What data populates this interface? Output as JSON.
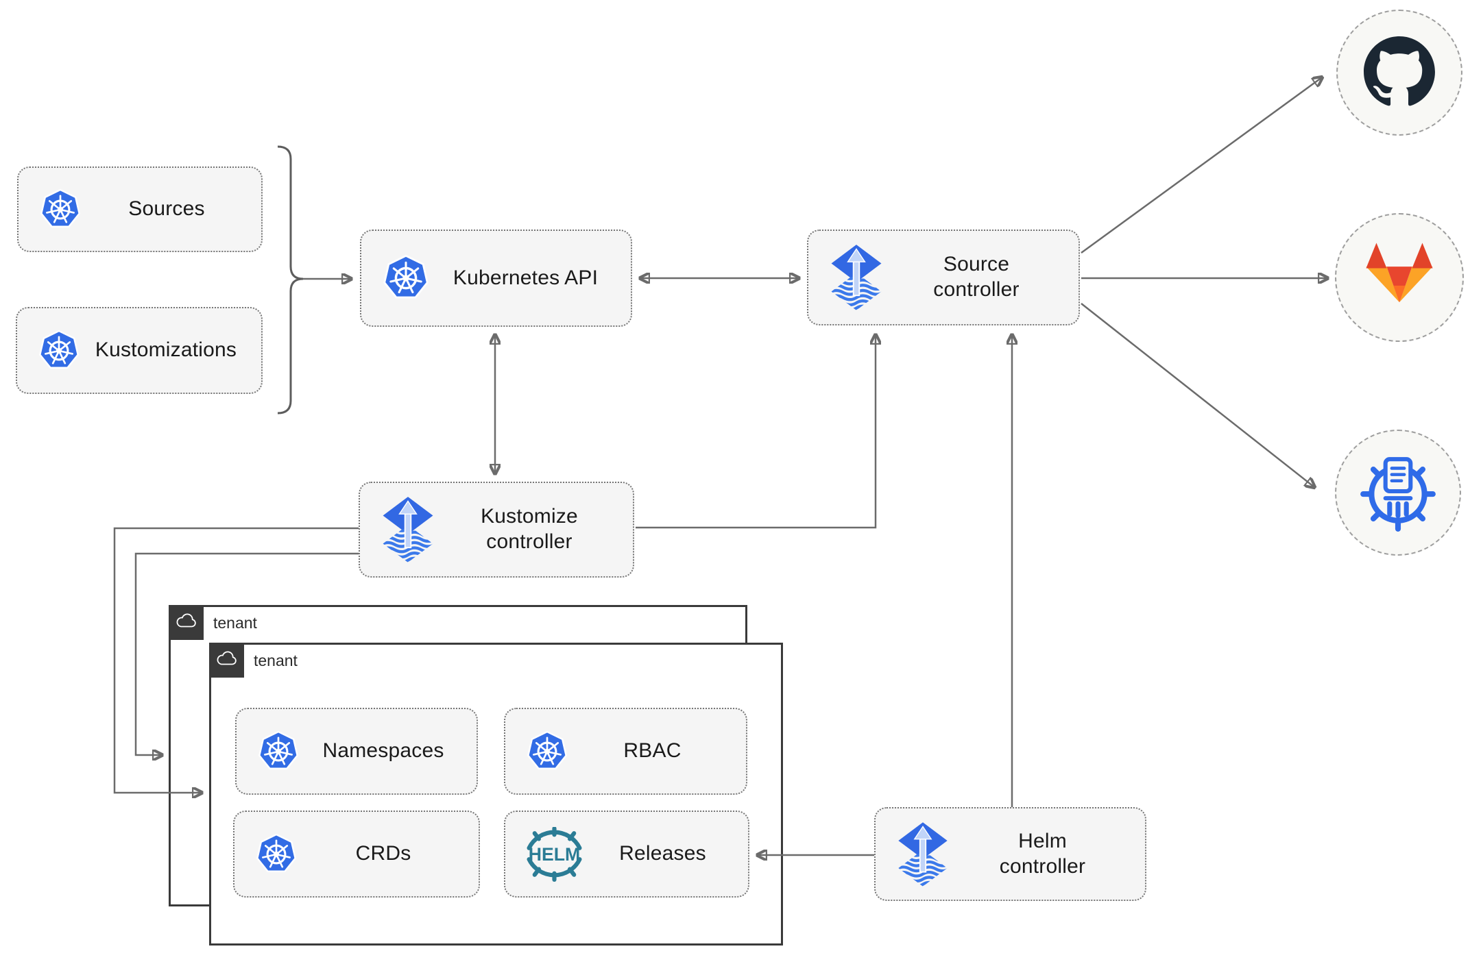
{
  "nodes": {
    "sources": {
      "label": "Sources",
      "icon": "kubernetes-icon"
    },
    "kustomizations": {
      "label": "Kustomizations",
      "icon": "kubernetes-icon"
    },
    "kubernetes_api": {
      "label": "Kubernetes API",
      "icon": "kubernetes-icon"
    },
    "source_controller": {
      "line1": "Source",
      "line2": "controller",
      "icon": "flux-icon"
    },
    "kustomize_controller": {
      "line1": "Kustomize",
      "line2": "controller",
      "icon": "flux-icon"
    },
    "helm_controller": {
      "line1": "Helm",
      "line2": "controller",
      "icon": "flux-icon"
    },
    "namespaces": {
      "label": "Namespaces",
      "icon": "kubernetes-icon"
    },
    "rbac": {
      "label": "RBAC",
      "icon": "kubernetes-icon"
    },
    "crds": {
      "label": "CRDs",
      "icon": "kubernetes-icon"
    },
    "releases": {
      "label": "Releases",
      "icon": "helm-icon"
    }
  },
  "groups": {
    "tenant_back": {
      "label": "tenant",
      "icon": "cloud-icon"
    },
    "tenant_front": {
      "label": "tenant",
      "icon": "cloud-icon"
    }
  },
  "endpoints": {
    "github": {
      "icon": "github-icon"
    },
    "gitlab": {
      "icon": "gitlab-icon"
    },
    "chartmuseum": {
      "icon": "helm-repository-icon"
    }
  },
  "edges": [
    {
      "from": "sources/kustomizations",
      "to": "kubernetes-api",
      "style": "brace-arrow"
    },
    {
      "from": "kubernetes-api",
      "to": "source-controller",
      "style": "double-arrow"
    },
    {
      "from": "kubernetes-api",
      "to": "kustomize-controller",
      "style": "double-arrow"
    },
    {
      "from": "kustomize-controller",
      "to": "source-controller",
      "style": "arrow"
    },
    {
      "from": "helm-controller",
      "to": "source-controller",
      "style": "arrow"
    },
    {
      "from": "source-controller",
      "to": "github",
      "style": "arrow"
    },
    {
      "from": "source-controller",
      "to": "gitlab",
      "style": "arrow"
    },
    {
      "from": "source-controller",
      "to": "chartmuseum",
      "style": "arrow"
    },
    {
      "from": "kustomize-controller",
      "to": "tenant-front",
      "style": "arrow"
    },
    {
      "from": "kustomize-controller",
      "to": "tenant-back",
      "style": "arrow"
    },
    {
      "from": "helm-controller",
      "to": "releases",
      "style": "arrow"
    }
  ],
  "colors": {
    "kubernetes_blue": "#326ce5",
    "flux_blue": "#3268e3",
    "flux_arrow_light": "#c1d4f8",
    "helm_teal": "#2b7c95",
    "github_dark": "#1b2733",
    "gitlab_red": "#e24329",
    "gitlab_orange": "#fc6d26",
    "gitlab_light_orange": "#fca326",
    "chartmuseum_blue": "#2f6be8",
    "node_fill": "#f5f5f5",
    "tenant_dark": "#3a3a3a",
    "line_gray": "#6b6b6b"
  }
}
